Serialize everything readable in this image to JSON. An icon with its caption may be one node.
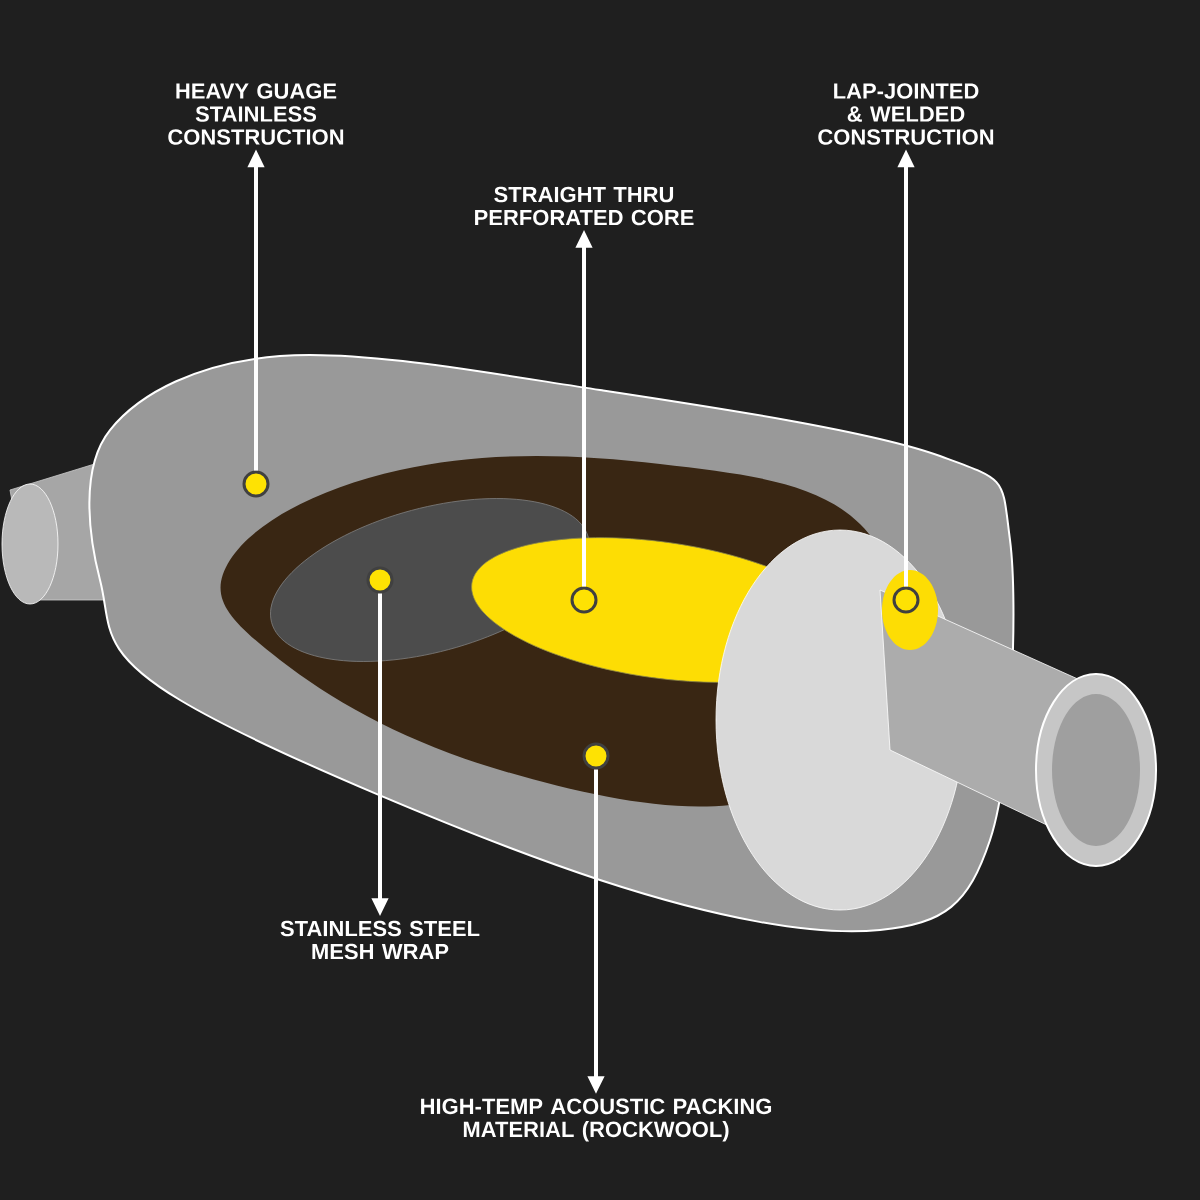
{
  "diagram": {
    "nodes": [
      {
        "text": [
          "HEAVY GUAGE STAINLESS CONSTRUCTION"
        ]
      },
      {
        "text": [
          "STRAIGHT THRU PERFORATED CORE"
        ]
      },
      {
        "text": [
          "LAP-JOINTED & WELDED CONSTRUCTION"
        ]
      },
      {
        "text": [
          "STAINLESS STEEL MESH WRAP"
        ]
      },
      {
        "text": [
          "HIGH-TEMP ACOUSTIC PACKING MATERIAL (ROCKWOOL)"
        ]
      },
      {
        "text": [],
        "shape": "circle"
      },
      {
        "text": [],
        "shape": "circle"
      },
      {
        "text": [],
        "shape": "circle"
      },
      {
        "text": [],
        "shape": "circle"
      },
      {
        "text": [],
        "shape": "circle"
      }
    ],
    "edges": [
      {
        "from": 5,
        "to": 0,
        "arrow": "to"
      },
      {
        "from": 6,
        "to": 1,
        "arrow": "to"
      },
      {
        "from": 7,
        "to": 2,
        "arrow": "to"
      },
      {
        "from": 8,
        "to": 3,
        "arrow": "to"
      },
      {
        "from": 9,
        "to": 4,
        "arrow": "to"
      }
    ]
  }
}
